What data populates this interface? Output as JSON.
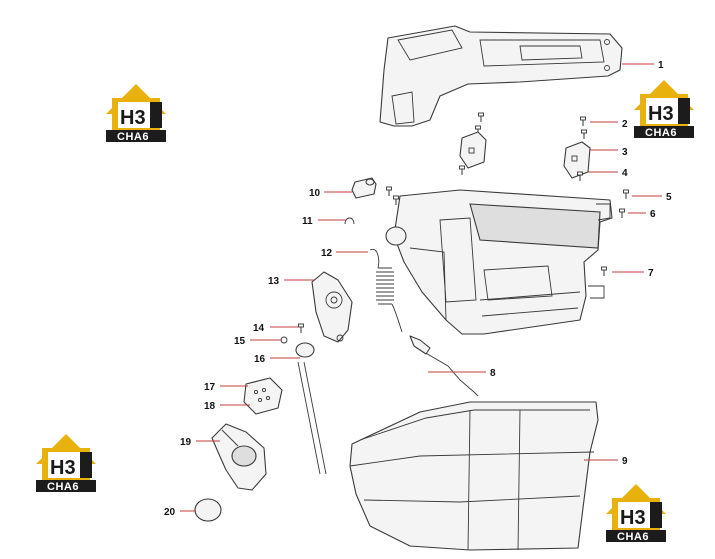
{
  "brand": {
    "logo_mark": "H3",
    "logo_text": "CHA6",
    "colors": {
      "gold": "#e8b10e",
      "dark": "#1c1c1c",
      "leader": "#c43b3b"
    }
  },
  "callouts": [
    "1",
    "2",
    "3",
    "4",
    "5",
    "6",
    "7",
    "8",
    "9",
    "10",
    "11",
    "12",
    "13",
    "14",
    "15",
    "16",
    "17",
    "18",
    "19",
    "20"
  ]
}
